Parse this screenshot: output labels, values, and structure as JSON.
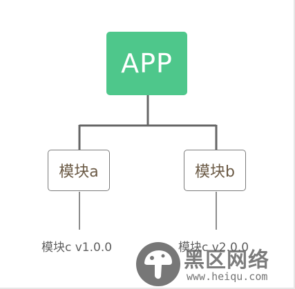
{
  "diagram": {
    "root": {
      "label": "APP"
    },
    "modules": [
      {
        "label": "模块a",
        "version": "模块c v1.0.0"
      },
      {
        "label": "模块b",
        "version": "模块c v2.0.0"
      }
    ]
  },
  "watermark": {
    "title": "黑区网络",
    "url": "www.heiqu.com"
  },
  "colors": {
    "root_fill": "#4ec78b",
    "connector": "#666666",
    "module_border": "#7a7a7a",
    "module_text": "#6b5a45",
    "version_text": "#5f5f5f"
  }
}
